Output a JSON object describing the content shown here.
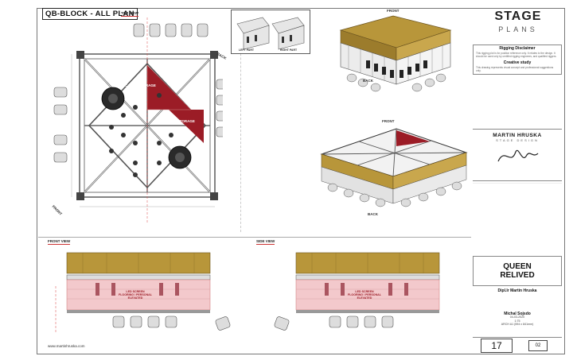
{
  "header": {
    "title": "QB-BLOCK - ALL PLAN",
    "top_view_label": "TOP VIEW",
    "front_label_top": "FRONT",
    "front_label_mid": "FRONT",
    "back_label_top": "BACK",
    "back_label_bottom": "BACK",
    "back_label_plan": "BACK",
    "front_label_plan": "FRONT",
    "left_part": "LEFT PART",
    "right_part": "RIGHT PART"
  },
  "plan": {
    "cable_storage_1": "CABLE STORAGE",
    "cable_storage_2": "CABLE STORAGE"
  },
  "elevations": {
    "front_view_label": "FRONT VIEW",
    "side_view_label": "SIDE VIEW",
    "pink_note_1": "LED SCREEN\nFLOORING / PERSONAL ELEVATED",
    "pink_note_2": "LED SCREEN\nFLOORING / PERSONAL ELEVATED"
  },
  "footer": {
    "url": "www.martinhruska.com"
  },
  "title_block": {
    "logo_main": "STAGE",
    "logo_sub": "PLANS",
    "disclaimer_title": "Rigging Disclaimer",
    "disclaimer_text": "This rigging plot is for position reference only. It relates to the design. It should be used only by certified rigging engineers, and qualified riggers.",
    "creative_title": "Creative study",
    "creative_text": "This drawing represents visual concept and professional suggestions only.",
    "designer_name": "MARTIN HRUSKA",
    "designer_sub": "STAGE DESIGN",
    "project": "QUEEN\nRELIVED",
    "designer_label": "Dipl.Ir Martin Hruska",
    "producer": "Michal Sojsdo",
    "date": "04-03-2020",
    "scale": "1:75",
    "paper": "ARCH A1 (594 x 841mm)",
    "sheet": "17",
    "revision": "02"
  },
  "colors": {
    "accent_red": "#9b1c26",
    "pink_screen": "#f3c9cc",
    "gold": "#b8963a",
    "truss": "#555555"
  }
}
